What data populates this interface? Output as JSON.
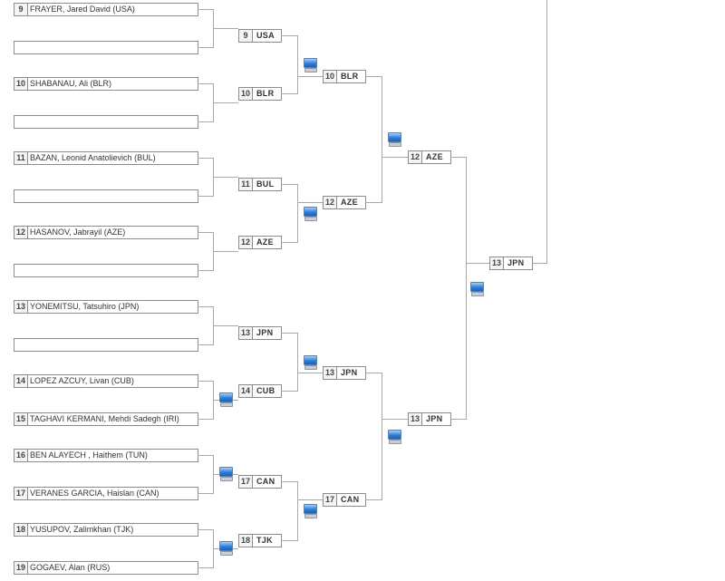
{
  "round1": [
    {
      "seed": "9",
      "name": "FRAYER, Jared David (USA)"
    },
    {
      "seed": "",
      "name": ""
    },
    {
      "seed": "10",
      "name": "SHABANAU, Ali (BLR)"
    },
    {
      "seed": "",
      "name": ""
    },
    {
      "seed": "11",
      "name": "BAZAN, Leonid Anatolievich (BUL)"
    },
    {
      "seed": "",
      "name": ""
    },
    {
      "seed": "12",
      "name": "HASANOV, Jabrayil (AZE)"
    },
    {
      "seed": "",
      "name": ""
    },
    {
      "seed": "13",
      "name": "YONEMITSU, Tatsuhiro (JPN)"
    },
    {
      "seed": "",
      "name": ""
    },
    {
      "seed": "14",
      "name": "LOPEZ AZCUY, Livan (CUB)"
    },
    {
      "seed": "15",
      "name": "TAGHAVI KERMANI, Mehdi Sadegh (IRI)"
    },
    {
      "seed": "16",
      "name": "BEN ALAYECH , Haithem (TUN)"
    },
    {
      "seed": "17",
      "name": "VERANES GARCIA, Haislan (CAN)"
    },
    {
      "seed": "18",
      "name": "YUSUPOV, Zalimkhan (TJK)"
    },
    {
      "seed": "19",
      "name": "GOGAEV, Alan (RUS)"
    }
  ],
  "round2": [
    {
      "seed": "9",
      "team": "USA"
    },
    {
      "seed": "10",
      "team": "BLR"
    },
    {
      "seed": "11",
      "team": "BUL"
    },
    {
      "seed": "12",
      "team": "AZE"
    },
    {
      "seed": "13",
      "team": "JPN"
    },
    {
      "seed": "14",
      "team": "CUB"
    },
    {
      "seed": "17",
      "team": "CAN"
    },
    {
      "seed": "18",
      "team": "TJK"
    }
  ],
  "round3": [
    {
      "seed": "10",
      "team": "BLR"
    },
    {
      "seed": "12",
      "team": "AZE"
    },
    {
      "seed": "13",
      "team": "JPN"
    },
    {
      "seed": "17",
      "team": "CAN"
    }
  ],
  "round4": [
    {
      "seed": "12",
      "team": "AZE"
    },
    {
      "seed": "13",
      "team": "JPN"
    }
  ],
  "round5": [
    {
      "seed": "13",
      "team": "JPN"
    }
  ],
  "icons": {
    "video": "video-monitor-icon"
  }
}
